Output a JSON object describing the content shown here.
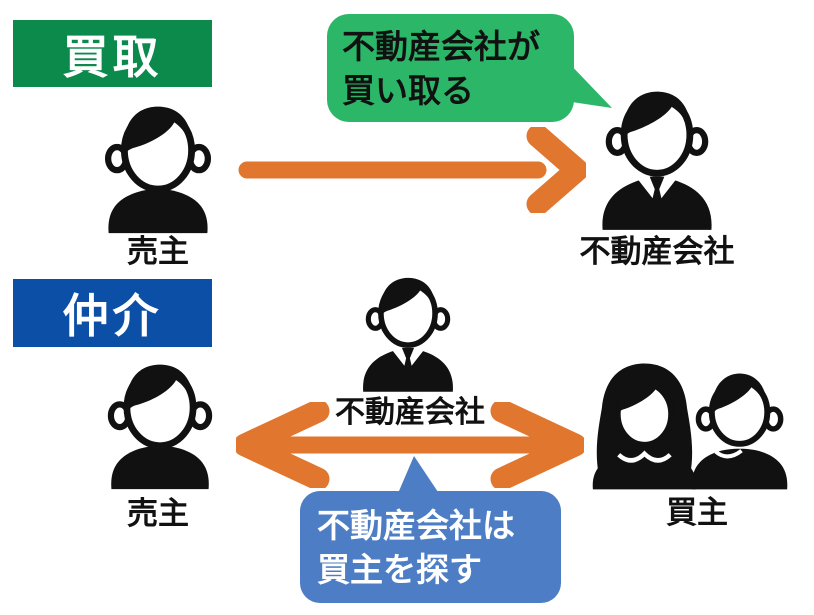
{
  "colors": {
    "badge_green": "#0b8a4c",
    "bubble_green": "#2cb768",
    "badge_blue": "#0c4fa6",
    "bubble_blue": "#4d7ec5",
    "arrow_orange": "#e1762e",
    "icon_black": "#111111",
    "text_black": "#111111"
  },
  "icons": {
    "seller": "person-icon",
    "company": "businessman-icon",
    "buyers": "couple-icon"
  },
  "kaitori": {
    "badge_label": "買取",
    "bubble": {
      "line1": "不動産会社が",
      "line2": "買い取る"
    },
    "seller_label": "売主",
    "company_label": "不動産会社"
  },
  "chukai": {
    "badge_label": "仲介",
    "company_label": "不動産会社",
    "seller_label": "売主",
    "buyer_label": "買主",
    "bubble": {
      "line1": "不動産会社は",
      "line2": "買主を探す"
    }
  }
}
